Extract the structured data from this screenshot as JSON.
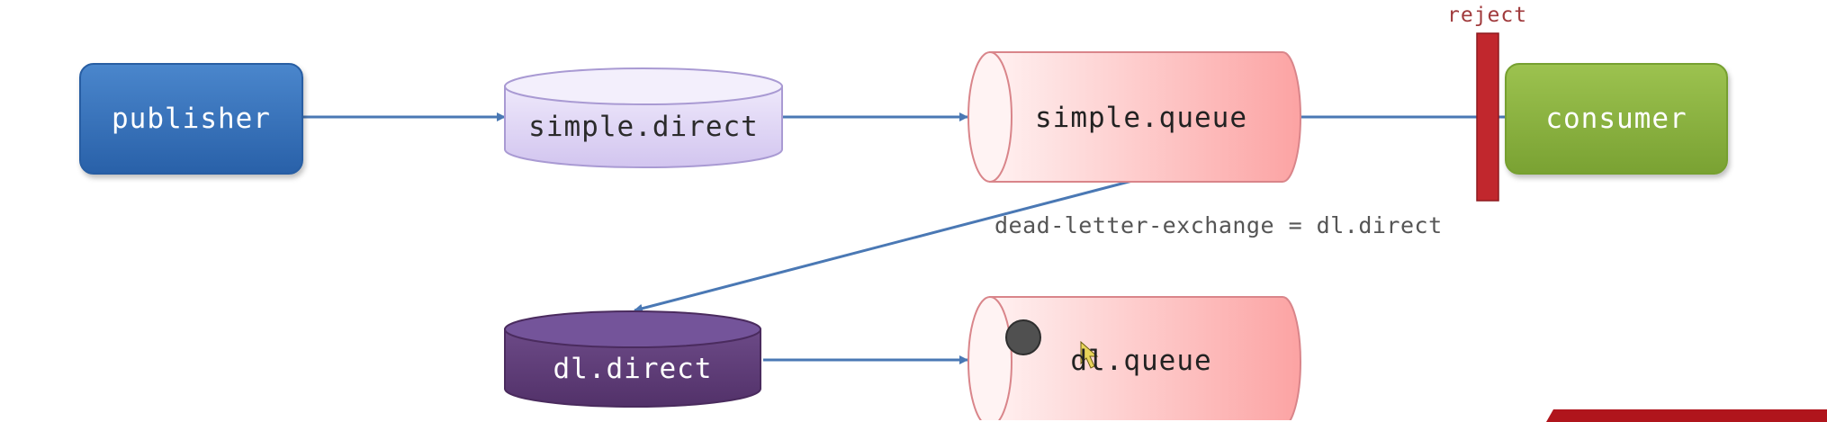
{
  "nodes": {
    "publisher": "publisher",
    "simple_direct": "simple.direct",
    "simple_queue": "simple.queue",
    "consumer": "consumer",
    "dl_direct": "dl.direct",
    "dl_queue": "dl.queue"
  },
  "annotations": {
    "reject": "reject",
    "dead_letter": "dead-letter-exchange = dl.direct"
  },
  "colors": {
    "arrow": "#4a78b4",
    "publisher": "#2e6db4",
    "consumer": "#86b03e",
    "simple_exchange": "#d9cff2",
    "dl_exchange": "#5d3a78",
    "queue": "#fbb5b5",
    "reject_bar": "#c1272d"
  }
}
